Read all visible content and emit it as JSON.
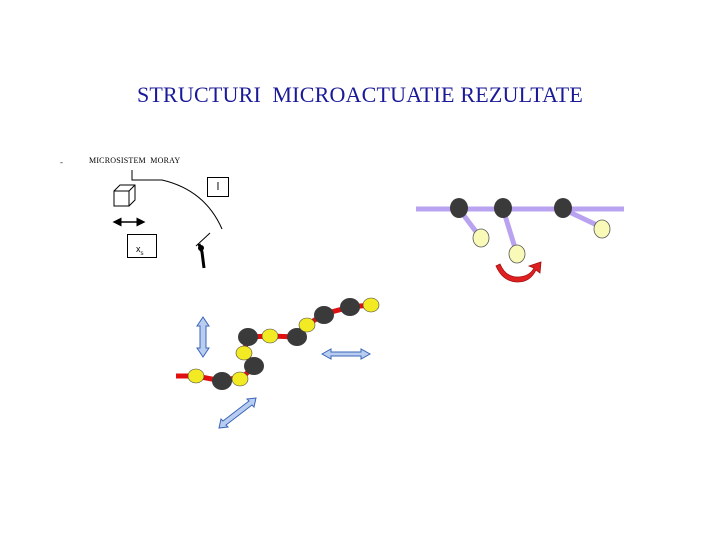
{
  "slide": {
    "title": "STRUCTURI  MICROACTUATIE REZULTATE",
    "bullet": "-",
    "subtitle": "MICROSISTEM  MORAY",
    "label_l": "l",
    "label_x": "x",
    "label_x_sub": "s"
  },
  "colors": {
    "title": "#1a1a99",
    "rod": "#b9a3f0",
    "dark_ball": "#3a3a3a",
    "yellow_ball": "#f2ea22",
    "pale_ball": "#fafab8",
    "chain_red": "#e01010",
    "rotation_arrow": "#e02020",
    "blue_arrow_fill": "#b8cdf0",
    "blue_arrow_stroke": "#3a64b8"
  }
}
